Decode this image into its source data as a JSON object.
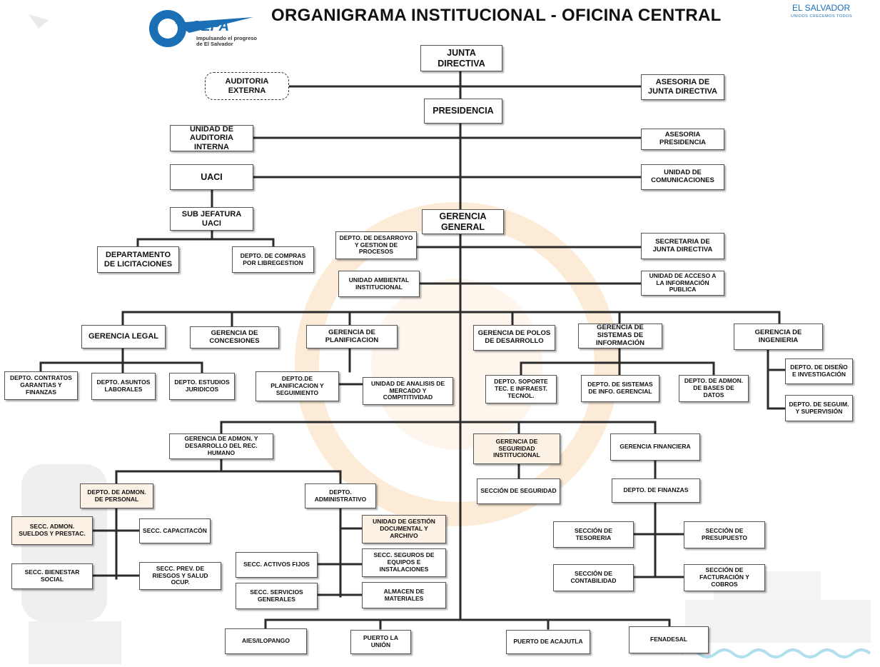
{
  "header": {
    "title": "ORGANIGRAMA INSTITUCIONAL - OFICINA CENTRAL",
    "logo_text": "CEPA",
    "logo_tagline": "Impulsando el progreso de El Salvador",
    "gov_logo_text": "EL SALVADOR",
    "gov_logo_tagline": "UNIDOS CRECEMOS TODOS"
  },
  "nodes": {
    "junta_directiva": "JUNTA DIRECTIVA",
    "auditoria_externa": "AUDITORIA EXTERNA",
    "asesoria_junta": "ASESORIA DE JUNTA DIRECTIVA",
    "presidencia": "PRESIDENCIA",
    "unidad_auditoria_interna": "UNIDAD DE AUDITORIA INTERNA",
    "asesoria_presidencia": "ASESORIA PRESIDENCIA",
    "uaci": "UACI",
    "unidad_comunicaciones": "UNIDAD DE COMUNICACIONES",
    "sub_jefatura_uaci": "SUB JEFATURA UACI",
    "depto_licitaciones": "DEPARTAMENTO DE LICITACIONES",
    "depto_compras": "DEPTO. DE COMPRAS POR LIBREGESTION",
    "gerencia_general": "GERENCIA GENERAL",
    "depto_desarrollo_procesos": "DEPTO. DE DESARROYO Y GESTION DE PROCESOS",
    "secretaria_junta": "SECRETARIA DE JUNTA DIRECTIVA",
    "unidad_ambiental": "UNIDAD AMBIENTAL INSTITUCIONAL",
    "unidad_acceso_info": "UNIDAD DE ACCESO A LA INFORMACIÓN PUBLICA",
    "gerencia_legal": "GERENCIA LEGAL",
    "gerencia_concesiones": "GERENCIA DE CONCESIONES",
    "gerencia_planificacion": "GERENCIA DE PLANIFICACION",
    "gerencia_polos": "GERENCIA DE POLOS DE DESARROLLO",
    "gerencia_sistemas": "GERENCIA DE SISTEMAS DE INFORMACIÓN",
    "gerencia_ingenieria": "GERENCIA DE INGENIERIA",
    "depto_contratos": "DEPTO. CONTRATOS GARANTIAS Y FINANZAS",
    "depto_asuntos_laborales": "DEPTO. ASUNTOS LABORALES",
    "depto_estudios_juridicos": "DEPTO. ESTUDIOS JURIDICOS",
    "depto_planificacion": "DEPTO.DE PLANIFICACION Y SEGUIMIENTO",
    "unidad_analisis_mercado": "UNIDAD DE ANALISIS DE MERCADO Y COMPITITIVIDAD",
    "depto_soporte": "DEPTO. SOPORTE TEC. E INFRAEST. TECNOL.",
    "depto_sistemas_info": "DEPTO. DE SISTEMAS DE INFO. GERENCIAL",
    "depto_bases_datos": "DEPTO. DE ADMON. DE BASES DE DATOS",
    "depto_diseno": "DEPTO. DE DISEÑO E INVESTIGACIÓN",
    "depto_seguimiento": "DEPTO. DE SEGUIM. Y SUPERVISIÓN",
    "gerencia_rrhh": "GERENCIA DE ADMON. Y DESARROLLO DEL REC. HUMANO",
    "gerencia_seguridad": "GERENCIA DE SEGURIDAD INSTITUCIONAL",
    "gerencia_financiera": "GERENCIA FINANCIERA",
    "depto_admon_personal": "DEPTO. DE ADMON. DE PERSONAL",
    "depto_administrativo": "DEPTO. ADMINISTRATIVO",
    "seccion_seguridad": "SECCIÓN DE SEGURIDAD",
    "depto_finanzas": "DEPTO. DE FINANZAS",
    "secc_sueldos": "SECC. ADMON. SUELDOS Y PRESTAC.",
    "secc_capacitacion": "SECC. CAPACITACÓN",
    "secc_bienestar": "SECC. BIENESTAR SOCIAL",
    "secc_riesgos": "SECC. PREV. DE RIESGOS Y SALUD OCUP.",
    "unidad_gestion_documental": "UNIDAD DE GESTIÓN DOCUMENTAL Y ARCHIVO",
    "secc_activos": "SECC. ACTIVOS FIJOS",
    "secc_seguros": "SECC. SEGUROS DE EQUIPOS E INSTALACIONES",
    "secc_servicios": "SECC. SERVICIOS GENERALES",
    "almacen": "ALMACEN DE MATERIALES",
    "seccion_tesoreria": "SECCIÓN DE TESORERIA",
    "seccion_presupuesto": "SECCIÓN DE PRESUPUESTO",
    "seccion_contabilidad": "SECCIÓN DE CONTABILIDAD",
    "seccion_facturacion": "SECCIÓN DE FACTURACIÓN Y COBROS",
    "aies": "AIES/ILOPANGO",
    "puerto_union": "PUERTO LA UNIÓN",
    "puerto_acajutla": "PUERTO DE ACAJUTLA",
    "fenadesal": "FENADESAL"
  },
  "colors": {
    "line": "#2b2b2b",
    "watermark_orange": "#f4b26a",
    "watermark_gray": "#d9d9d9",
    "logo_blue": "#1b6fb5"
  }
}
